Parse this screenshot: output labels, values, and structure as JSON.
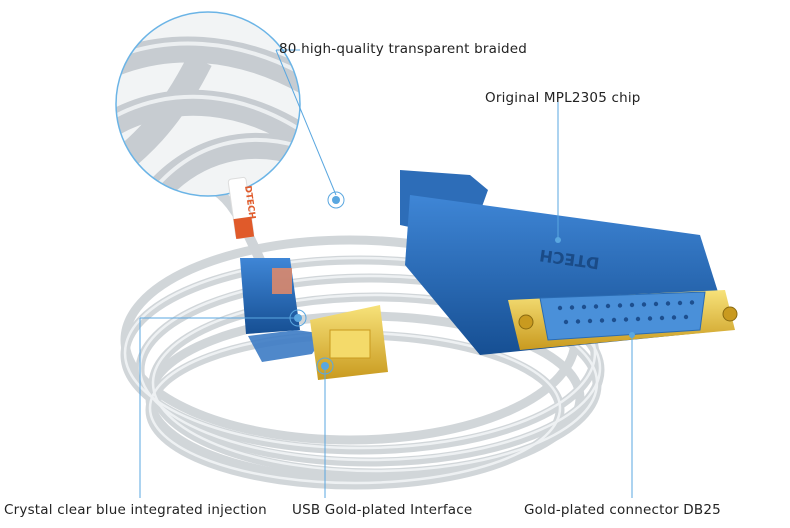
{
  "annotations": {
    "braided": "80 high-quality transparent braided",
    "chip": "Original MPL2305 chip",
    "blue_injection": "Crystal clear blue integrated injection",
    "usb_interface": "USB Gold-plated Interface",
    "db25": "Gold-plated connector DB25"
  },
  "product_marks": {
    "brand_tag": "DTECH",
    "connector_brand": "DTECH"
  },
  "colors": {
    "leader_line": "#5aa7e0",
    "connector_blue": "#1f5fa8",
    "gold": "#e6c23a",
    "cable": "#d5d9dc"
  }
}
